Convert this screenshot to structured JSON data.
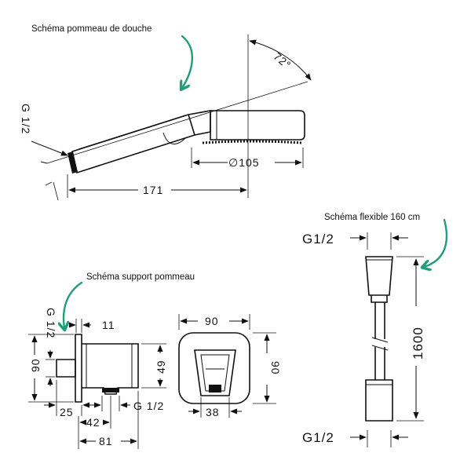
{
  "annotations": {
    "shower_head": "Schéma pommeau de douche",
    "hose": "Schéma flexible 160 cm",
    "holder": "Schéma support pommeau"
  },
  "shower_head": {
    "angle": "72°",
    "thread": "G 1/2",
    "diameter": "∅105",
    "length": "171"
  },
  "hose": {
    "top_thread": "G1/2",
    "bottom_thread": "G1/2",
    "length": "1600"
  },
  "holder": {
    "thread": "G 1/2",
    "side_height": "90",
    "depth_top": "11",
    "inner_height": "49",
    "offset": "25",
    "depth": "42",
    "outlet_thread": "G 1/2",
    "total_depth": "81",
    "front_width": "90",
    "front_height": "90",
    "slot_width": "38"
  },
  "colors": {
    "line": "#111111",
    "pointer_arrow": "#1f9e7a"
  }
}
